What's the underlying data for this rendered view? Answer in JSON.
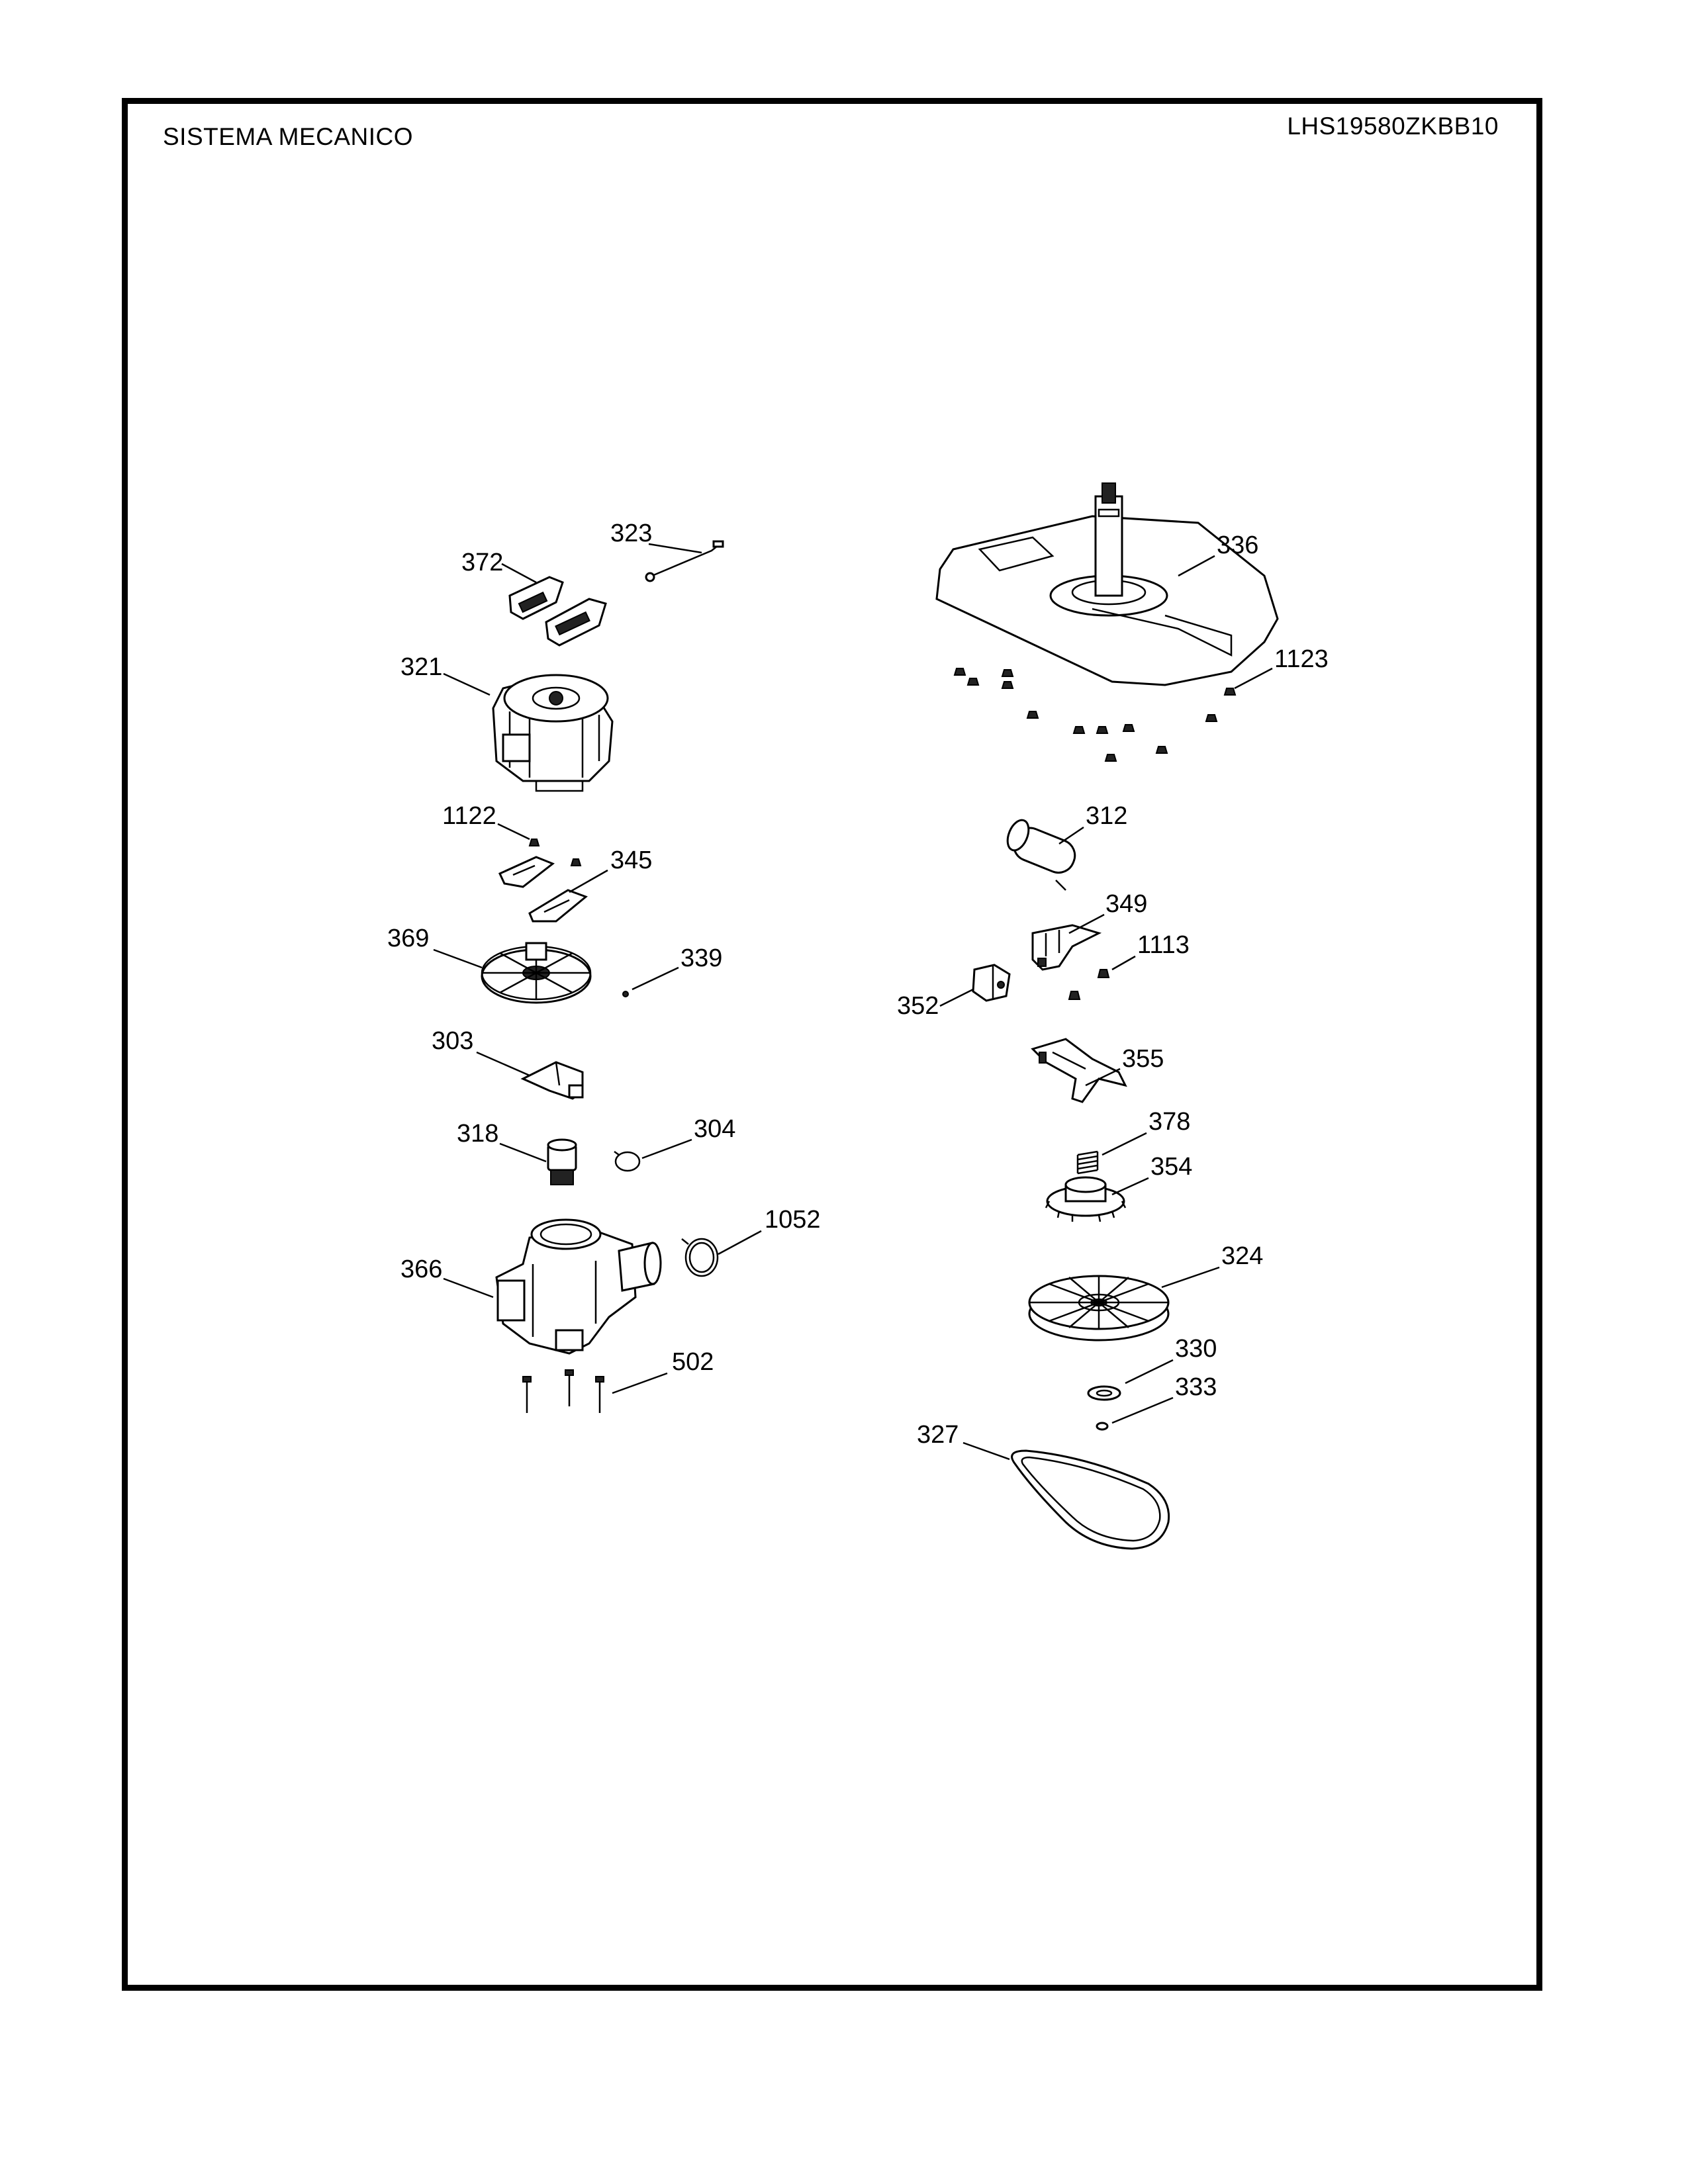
{
  "header": {
    "title": "SISTEMA MECANICO",
    "model": "LHS19580ZKBB10"
  },
  "callouts": {
    "c323": "323",
    "c372": "372",
    "c321": "321",
    "c1122": "1122",
    "c345": "345",
    "c369": "369",
    "c339": "339",
    "c303": "303",
    "c318": "318",
    "c304": "304",
    "c1052": "1052",
    "c366": "366",
    "c502": "502",
    "c336": "336",
    "c1123": "1123",
    "c312": "312",
    "c349": "349",
    "c1113": "1113",
    "c352": "352",
    "c355": "355",
    "c378": "378",
    "c354": "354",
    "c324": "324",
    "c330": "330",
    "c333": "333",
    "c327": "327"
  }
}
